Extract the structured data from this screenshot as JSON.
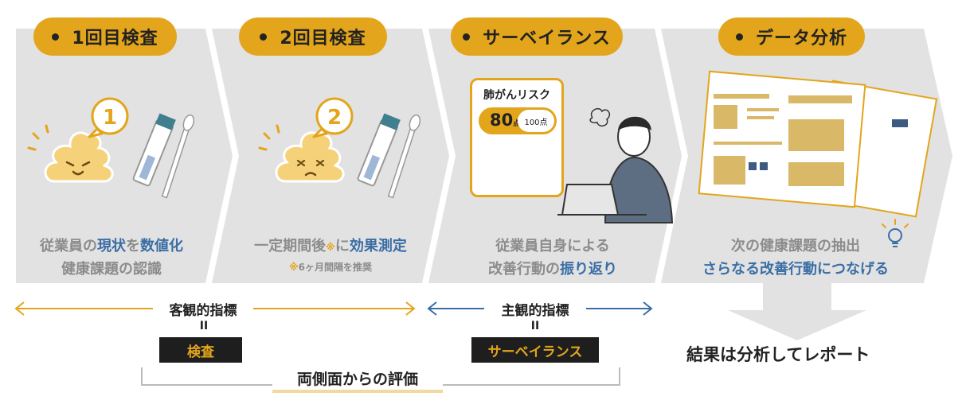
{
  "steps": [
    {
      "title": "1回目検査",
      "badge_number": "1",
      "caption_line1_plain": "従業員の",
      "caption_line1_emph1": "現状",
      "caption_line1_mid": "を",
      "caption_line1_emph2": "数値化",
      "caption_line2": "健康課題の認識"
    },
    {
      "title": "2回目検査",
      "badge_number": "2",
      "caption_line1_plain": "一定期間後",
      "caption_line1_mark": "※",
      "caption_line1_mid": "に",
      "caption_line1_emph": "効果測定",
      "note_mark": "※",
      "note": "6ヶ月間隔を推奨"
    },
    {
      "title": "サーベイランス",
      "card_title": "肺がんリスク",
      "score": "80",
      "score_unit": "点",
      "score_max": "100点",
      "caption_line1": "従業員自身による",
      "caption_line2_plain": "改善行動の",
      "caption_line2_emph": "振り返り"
    },
    {
      "title": "データ分析",
      "caption_line1": "次の健康課題の抽出",
      "caption_line2": "さらなる改善行動につなげる"
    }
  ],
  "bottom": {
    "objective_label": "客観的指標",
    "objective_equal": "II",
    "objective_box": "検査",
    "subjective_label": "主観的指標",
    "subjective_equal": "II",
    "subjective_box": "サーベイランス",
    "report": "結果は分析してレポート",
    "both_sides": "両側面からの評価"
  },
  "colors": {
    "accent": "#e3a51c",
    "panel": "#e2e2e2",
    "blue": "#3a6ea5",
    "dark": "#1e1e1e"
  }
}
